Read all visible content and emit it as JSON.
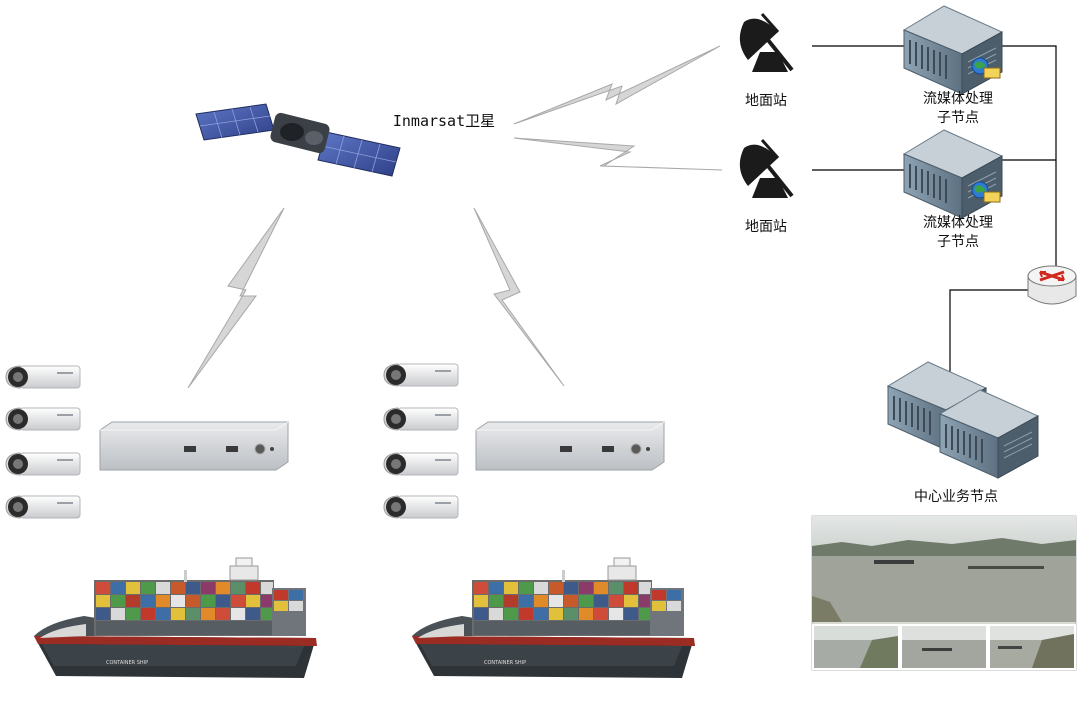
{
  "satellite": {
    "label": "Inmarsat卫星",
    "icon": "satellite-icon"
  },
  "ground_stations": [
    {
      "label": "地面站",
      "icon": "satellite-dish-icon"
    },
    {
      "label": "地面站",
      "icon": "satellite-dish-icon"
    }
  ],
  "streaming_nodes": [
    {
      "label_line1": "流媒体处理",
      "label_line2": "子节点",
      "icon": "server-icon"
    },
    {
      "label_line1": "流媒体处理",
      "label_line2": "子节点",
      "icon": "server-icon"
    }
  ],
  "router": {
    "icon": "router-icon"
  },
  "central_node": {
    "label": "中心业务节点",
    "icon": "server-cluster-icon"
  },
  "monitor_preview": {
    "icon": "river-video-preview-icon",
    "thumbnail_count": 3
  },
  "vessels": [
    {
      "camera_count": 4,
      "icon": "container-ship-icon",
      "recorder_icon": "video-recorder-icon"
    },
    {
      "camera_count": 4,
      "icon": "container-ship-icon",
      "recorder_icon": "video-recorder-icon"
    }
  ],
  "colors": {
    "link_bolt": "#d6d6d6",
    "link_bolt_edge": "#a8a8a8",
    "server_body": "#7f95a6",
    "server_dark": "#4c5d6b",
    "ship_hull": "#2e3338",
    "ship_deck": "#9b2c24",
    "water": "#9fa39a"
  }
}
